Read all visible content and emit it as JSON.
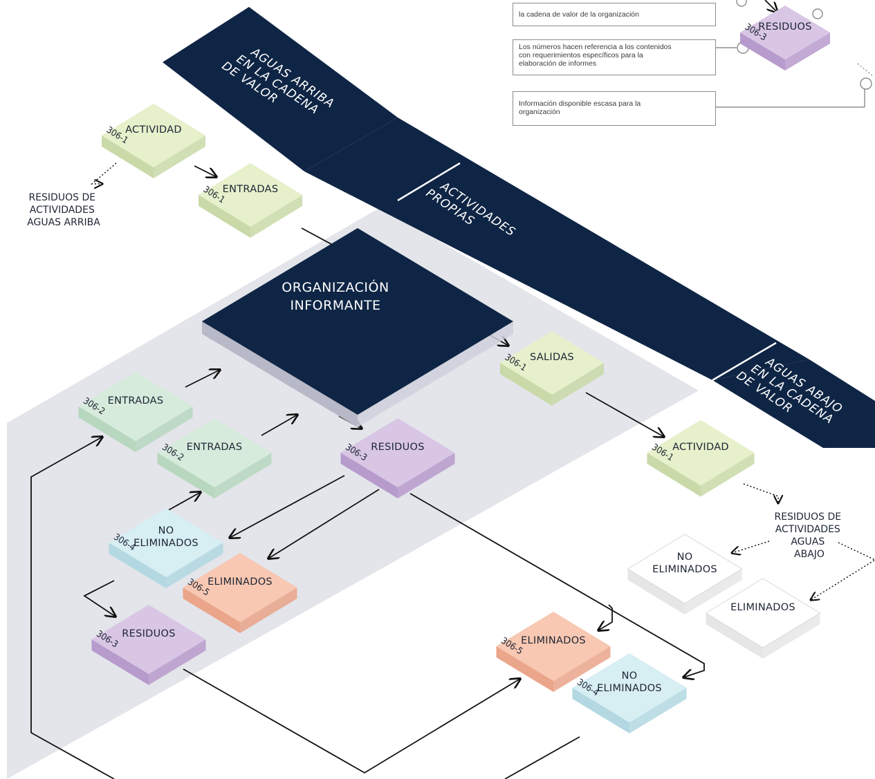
{
  "bands": {
    "upstream": [
      "AGUAS ARRIBA",
      "EN LA CADENA",
      "DE VALOR"
    ],
    "own": [
      "ACTIVIDADES",
      "PROPIAS"
    ],
    "downstream": [
      "AGUAS ABAJO",
      "EN LA CADENA",
      "DE VALOR"
    ]
  },
  "legend": {
    "item1": "la cadena de valor de la organización",
    "item2": [
      "Los números hacen referencia a los contenidos",
      "con requerimientos específicos para la",
      "elaboración de informes"
    ],
    "item3": [
      "Información disponible escasa para la",
      "organización"
    ]
  },
  "boxes": {
    "legend_residuos": {
      "label": [
        "RESIDUOS"
      ],
      "code": "306-3"
    },
    "act_up": {
      "label": [
        "ACTIVIDAD"
      ],
      "code": "306-1"
    },
    "entradas_up": {
      "label": [
        "ENTRADAS"
      ],
      "code": "306-1"
    },
    "org": {
      "label": [
        "ORGANIZACIÓN",
        "INFORMANTE"
      ]
    },
    "salidas": {
      "label": [
        "SALIDAS"
      ],
      "code": "306-1"
    },
    "entradas_a": {
      "label": [
        "ENTRADAS"
      ],
      "code": "306-2"
    },
    "entradas_b": {
      "label": [
        "ENTRADAS"
      ],
      "code": "306-2"
    },
    "residuos_main": {
      "label": [
        "RESIDUOS"
      ],
      "code": "306-3"
    },
    "no_elim_left": {
      "label": [
        "NO",
        "ELIMINADOS"
      ],
      "code": "306-4"
    },
    "elim_left": {
      "label": [
        "ELIMINADOS"
      ],
      "code": "306-5"
    },
    "residuos_low": {
      "label": [
        "RESIDUOS"
      ],
      "code": "306-3"
    },
    "act_down": {
      "label": [
        "ACTIVIDAD"
      ],
      "code": "306-1"
    },
    "no_elim_white": {
      "label": [
        "NO",
        "ELIMINADOS"
      ]
    },
    "elim_white": {
      "label": [
        "ELIMINADOS"
      ]
    },
    "elim_bottom": {
      "label": [
        "ELIMINADOS"
      ],
      "code": "306-5"
    },
    "no_elim_bottom": {
      "label": [
        "NO",
        "ELIMINADOS"
      ],
      "code": "306-4"
    }
  },
  "free_labels": {
    "residuos_up": [
      "RESIDUOS DE",
      "ACTIVIDADES",
      "AGUAS ARRIBA"
    ],
    "residuos_down": [
      "RESIDUOS DE",
      "ACTIVIDADES",
      "AGUAS",
      "ABAJO"
    ]
  },
  "colors": {
    "navy": "#0f2545",
    "lightgreen": "#e6f0cb",
    "mint": "#d7ebdc",
    "lavender": "#d8c6e4",
    "lightblue": "#d7eef3",
    "salmon": "#f8c8b2",
    "gray_area": "#e3e5ea"
  }
}
